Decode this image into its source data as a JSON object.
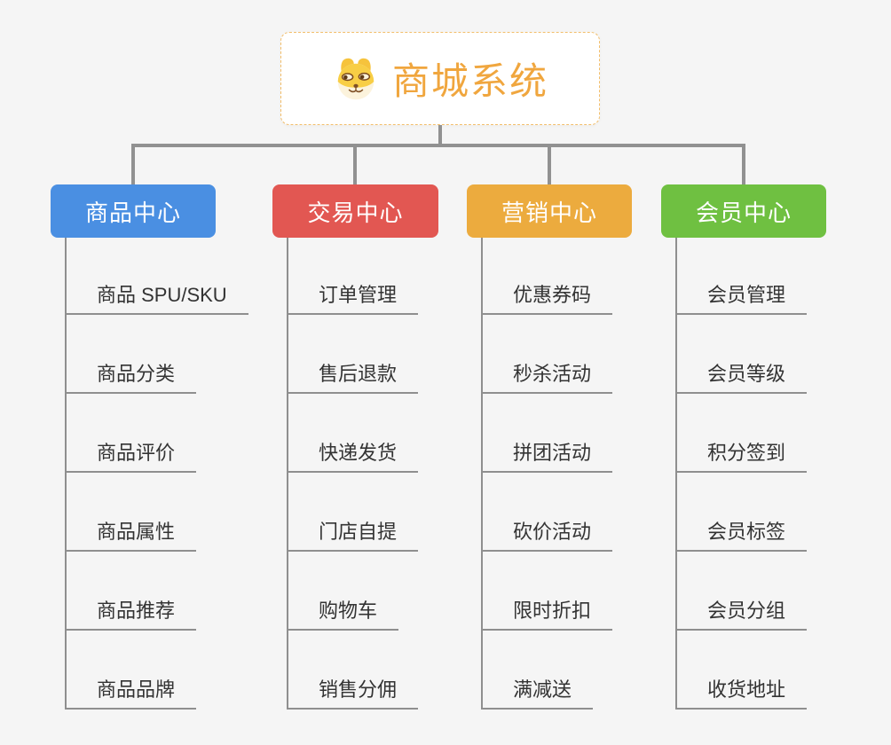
{
  "root": {
    "title": "商城系统",
    "icon": "doge-icon"
  },
  "branches": [
    {
      "label": "商品中心",
      "color": "#4A8FE2",
      "children": [
        "商品 SPU/SKU",
        "商品分类",
        "商品评价",
        "商品属性",
        "商品推荐",
        "商品品牌"
      ]
    },
    {
      "label": "交易中心",
      "color": "#E25752",
      "children": [
        "订单管理",
        "售后退款",
        "快递发货",
        "门店自提",
        "购物车",
        "销售分佣"
      ]
    },
    {
      "label": "营销中心",
      "color": "#ECAB3E",
      "children": [
        "优惠券码",
        "秒杀活动",
        "拼团活动",
        "砍价活动",
        "限时折扣",
        "满减送"
      ]
    },
    {
      "label": "会员中心",
      "color": "#6FC041",
      "children": [
        "会员管理",
        "会员等级",
        "积分签到",
        "会员标签",
        "会员分组",
        "收货地址"
      ]
    }
  ],
  "colors": {
    "background": "#F5F5F5",
    "connector": "#919191",
    "leaf_line": "#8F8F8F",
    "leaf_text": "#333333",
    "root_accent": "#F0A63E",
    "root_border": "#F2BE6B"
  }
}
